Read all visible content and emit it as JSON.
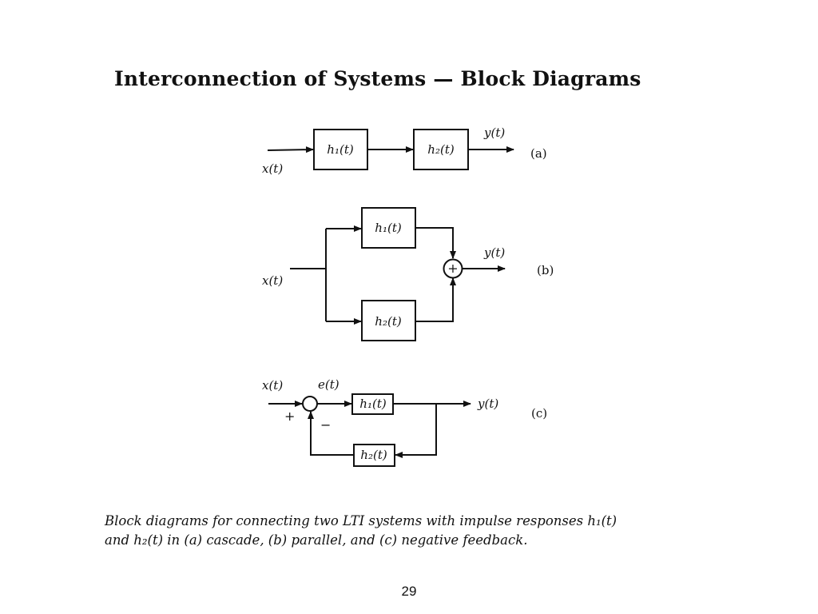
{
  "title": "Interconnection of Systems — Block Diagrams",
  "diagrams": {
    "cascade": {
      "tag": "(a)",
      "input": "x(t)",
      "output": "y(t)",
      "block1": "h₁(t)",
      "block2": "h₂(t)"
    },
    "parallel": {
      "tag": "(b)",
      "input": "x(t)",
      "output": "y(t)",
      "block1": "h₁(t)",
      "block2": "h₂(t)",
      "summer": "+"
    },
    "feedback": {
      "tag": "(c)",
      "input": "x(t)",
      "error": "e(t)",
      "output": "y(t)",
      "forward_block": "h₁(t)",
      "feedback_block": "h₂(t)",
      "plus_sign": "+",
      "minus_sign": "−"
    }
  },
  "caption": {
    "line1": "Block diagrams for connecting two LTI systems with impulse responses h₁(t)",
    "line2": "and h₂(t) in (a) cascade, (b) parallel, and (c) negative feedback."
  },
  "page_number": "29"
}
